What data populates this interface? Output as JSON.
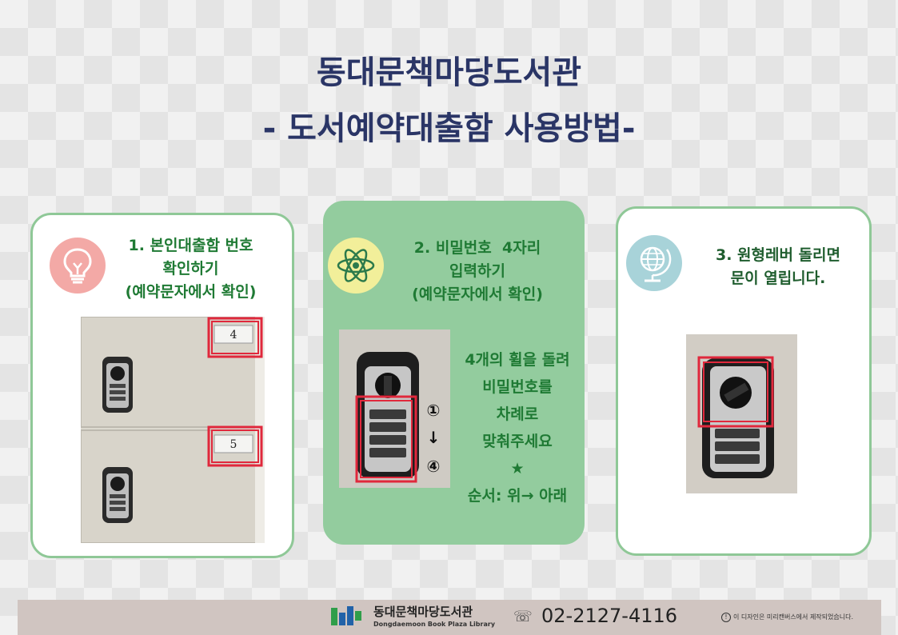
{
  "header": {
    "title_line1": "동대문책마당도서관",
    "title_line2": "- 도서예약대출함 사용방법-"
  },
  "steps": [
    {
      "line1": "1. 본인대출함 번호",
      "line2": "확인하기",
      "line3": "(예약문자에서 확인)",
      "icon": "lightbulb-icon",
      "locker_numbers": [
        "4",
        "5"
      ]
    },
    {
      "line1": "2. 비밀번호  4자리",
      "line2": "입력하기",
      "line3": "(예약문자에서 확인)",
      "icon": "atom-icon",
      "dial_start": "①",
      "dial_arrow": "↓",
      "dial_end": "④",
      "instructions": [
        "4개의 휠을 돌려",
        "비밀번호를",
        "차례로",
        "맞춰주세요",
        "★",
        "순서: 위→ 아래"
      ]
    },
    {
      "line1": "3. 원형레버 돌리면",
      "line2": "문이 열립니다.",
      "icon": "globe-icon"
    }
  ],
  "footer": {
    "library_name": "동대문책마당도서관",
    "library_name_en": "Dongdaemoon Book Plaza Library",
    "phone_icon": "☏",
    "phone": "02-2127-4116",
    "notice_icon": "!",
    "notice": "이 디자인은 미리캔버스에서 제작되었습니다."
  },
  "colors": {
    "title": "#2a3566",
    "step_text": "#1f7a34",
    "card_border": "#8fc897",
    "card2_bg": "#93cc9e",
    "highlight": "#e0283c"
  }
}
